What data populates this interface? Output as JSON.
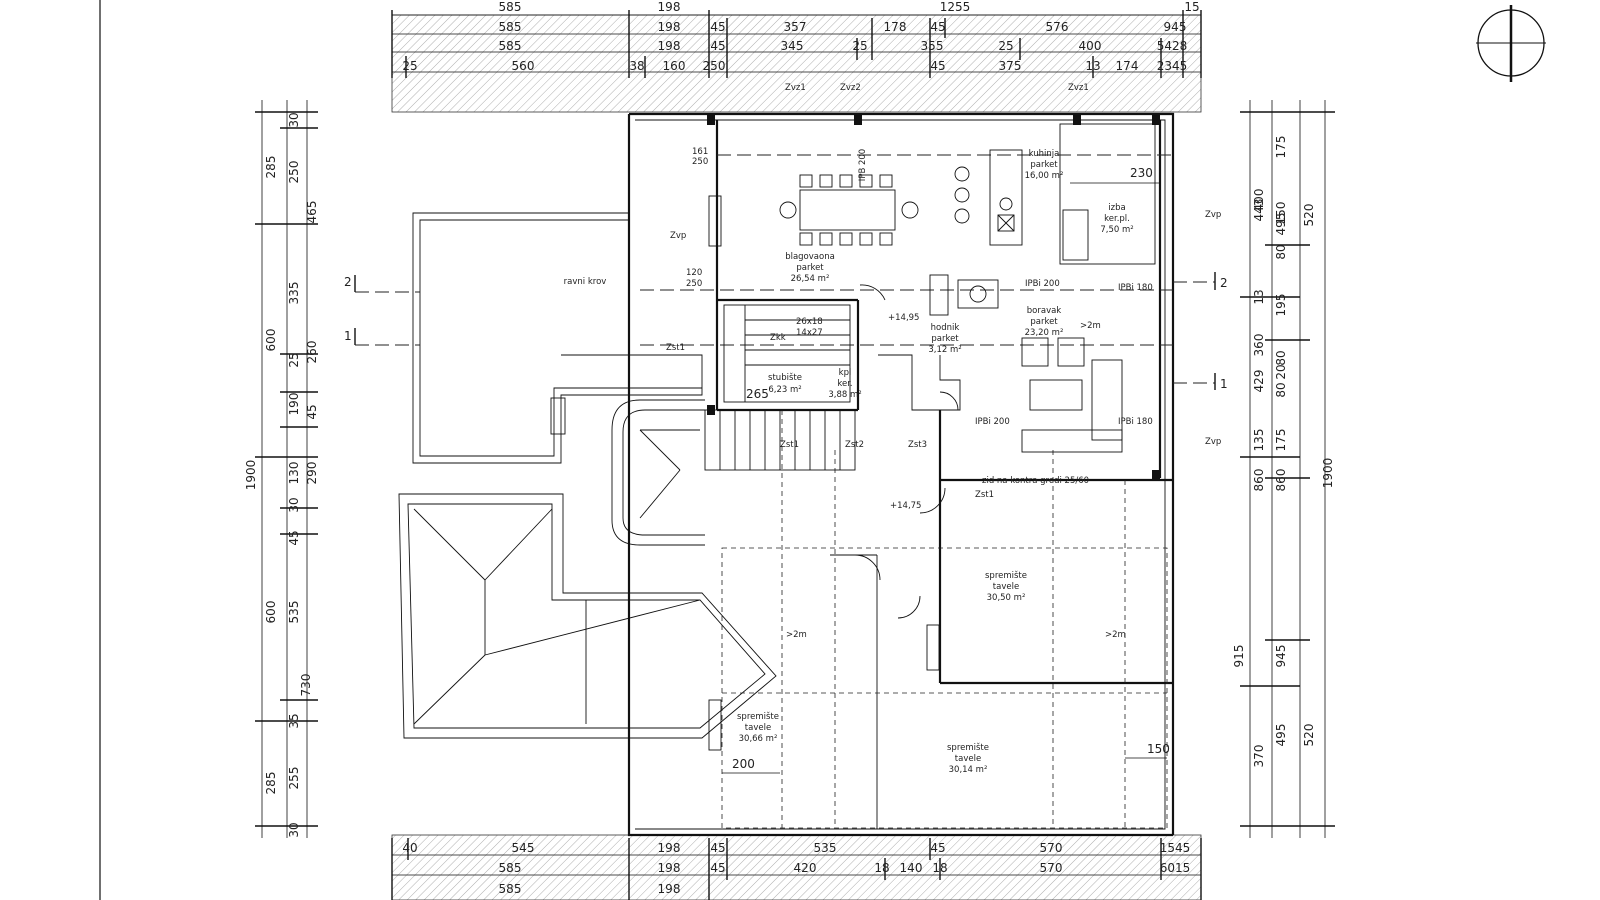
{
  "dimensions": {
    "top_rows": [
      [
        "585",
        "198",
        "1255",
        "15"
      ],
      [
        "585",
        "198",
        "45",
        "357",
        "178",
        "45",
        "576",
        "945"
      ],
      [
        "585",
        "198",
        "45",
        "345",
        "25",
        "355",
        "25",
        "400",
        "5428"
      ],
      [
        "25",
        "560",
        "38",
        "160",
        "250",
        "45",
        "375",
        "13",
        "174",
        "2345"
      ]
    ],
    "bottom_rows": [
      [
        "40",
        "545",
        "198",
        "45",
        "535",
        "45",
        "570",
        "1545"
      ],
      [
        "585",
        "198",
        "45",
        "420",
        "18",
        "140",
        "18",
        "570",
        "6015"
      ],
      [
        "585",
        "198"
      ]
    ],
    "left_cols": [
      [
        "285",
        "600",
        "1900",
        "285"
      ],
      [
        "250",
        "335",
        "25",
        "190",
        "130",
        "600",
        "535",
        "730",
        "255"
      ],
      [
        "30",
        "465",
        "260",
        "45",
        "290",
        "30",
        "45",
        "35",
        "30"
      ]
    ],
    "right_cols": [
      [
        "400",
        "443",
        "13",
        "360",
        "429",
        "915",
        "370"
      ],
      [
        "495",
        "135",
        "860",
        "945",
        "495"
      ],
      [
        "520",
        "175",
        "150",
        "80",
        "195",
        "80",
        "20",
        "80",
        "175",
        "860",
        "520"
      ],
      [
        "1900"
      ]
    ]
  },
  "rooms": {
    "ravni_krov": "ravni krov",
    "blagovaona": [
      "blagovaona",
      "parket",
      "26,54 m²"
    ],
    "kuhinja": [
      "kuhinja",
      "parket",
      "16,00 m²"
    ],
    "izba": [
      "izba",
      "ker.pl.",
      "7,50 m²"
    ],
    "boravak": [
      "boravak",
      "parket",
      "23,20 m²"
    ],
    "hodnik": [
      "hodnik",
      "parket",
      "3,12 m²"
    ],
    "stubiste": [
      "stubište",
      "6,23 m²"
    ],
    "kupaonica": [
      "kpl",
      "ker.",
      "3,88 m²"
    ],
    "spremiste1": [
      "spremište",
      "tavele",
      "30,50 m²"
    ],
    "spremiste2": [
      "spremište",
      "tavele",
      "30,66 m²"
    ],
    "spremiste3": [
      "spremište",
      "tavele",
      "30,14 m²"
    ]
  },
  "labels": {
    "zvz1_a": "Zvz1",
    "zvz2": "Zvz2",
    "zvz1_b": "Zvz1",
    "zvp_left": "Zvp",
    "zvp_right1": "Zvp",
    "zvp_right2": "Zvp",
    "zst1_a": "Zst1",
    "zst1_b": "Zst1",
    "zst2": "Zst2",
    "zst3": "Zst3",
    "zst1_c": "Zst1",
    "ipb_200_a": "IPB 200",
    "ipbi_200_b": "IPBi 200",
    "ipbi_180_a": "IPBi 180",
    "ipbi_200_c": "IPBi 200",
    "ipbi_180_b": "IPBi 180",
    "zid_kontra": "zid na kontra gredi 25/60",
    "level_1": "+14,95",
    "level_2": "+14,75",
    "gt2m_1": ">2m",
    "gt2m_2": ">2m",
    "gt2m_3": ">2m",
    "dim_265": "265",
    "dim_230": "230",
    "dim_200": "200",
    "dim_150": "150",
    "stairs": "26x18",
    "stairs2": "14x27",
    "zkk": "Zkk",
    "d_161": "161",
    "d_250": "250",
    "d_120": "120",
    "d_250b": "250",
    "section_2": "2",
    "section_1": "1",
    "section_2r": "2",
    "section_1r": "1"
  },
  "icons": {
    "north_arrow": "north-arrow-icon"
  }
}
